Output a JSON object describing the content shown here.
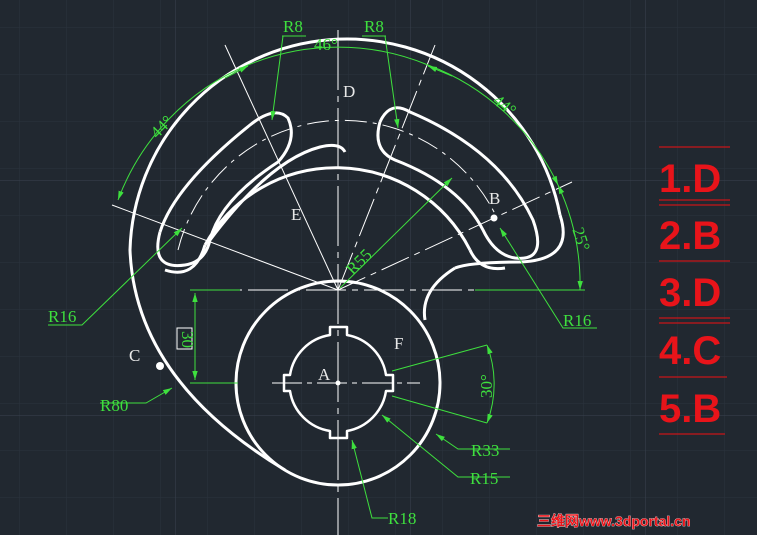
{
  "canvas": {
    "background": "#212830",
    "grid_color": "#2e3540",
    "geometry_color": "#ffffff",
    "dimension_color": "#3ee03e",
    "answer_color": "#e8141a"
  },
  "point_labels": {
    "A": "A",
    "B": "B",
    "C": "C",
    "D": "D",
    "E": "E",
    "F": "F"
  },
  "dimensions": {
    "r8_left": "R8",
    "r8_right": "R8",
    "angle_top": "46°",
    "angle_left": "44°",
    "angle_right": "44°",
    "angle_25": "25°",
    "angle_30": "30°",
    "r55": "R55",
    "r16_left": "R16",
    "r16_right": "R16",
    "r80": "R80",
    "r33": "R33",
    "r15": "R15",
    "r18": "R18",
    "linear_30": "30"
  },
  "answer_key": [
    {
      "label": "1.D"
    },
    {
      "label": "2.B"
    },
    {
      "label": "3.D"
    },
    {
      "label": "4.C"
    },
    {
      "label": "5.B"
    }
  ],
  "watermark": "三维网www.3dportal.cn"
}
